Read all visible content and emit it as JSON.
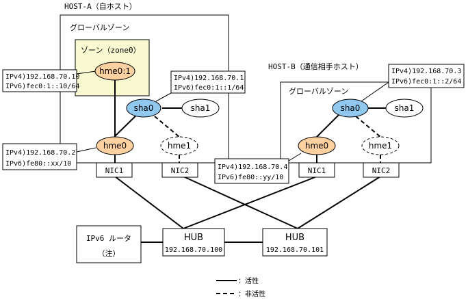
{
  "host_a": {
    "title": "HOST-A（自ホスト）",
    "global_zone_label": "グローバルゾーン",
    "zone_label": "ゾーン（zone0）",
    "hme0_1": "hme0:1",
    "hme0_1_ipv4": "IPv4)192.168.70.10",
    "hme0_1_ipv6": "IPv6)fec0:1::10/64",
    "sha0": "sha0",
    "sha0_ipv4": "IPv4)192.168.70.1",
    "sha0_ipv6": "IPv6)fec0:1::1/64",
    "sha1": "sha1",
    "hme0": "hme0",
    "hme0_ipv4": "IPv4)192.168.70.2",
    "hme0_ipv6": "IPv6)fe80::xx/10",
    "hme1": "hme1",
    "nic1": "NIC1",
    "nic2": "NIC2"
  },
  "host_b": {
    "title": "HOST-B（通信相手ホスト）",
    "global_zone_label": "グローバルゾーン",
    "sha0": "sha0",
    "sha0_ipv4": "IPv4)192.168.70.3",
    "sha0_ipv6": "IPv6)fec0:1::2/64",
    "sha1": "sha1",
    "hme0": "hme0",
    "hme0_ipv4": "IPv4)192.168.70.4",
    "hme0_ipv6": "IPv6)fe80::yy/10",
    "hme1": "hme1",
    "nic1": "NIC1",
    "nic2": "NIC2"
  },
  "router": {
    "line1": "IPv6 ルータ",
    "line2": "（注）"
  },
  "hub1": {
    "name": "HUB",
    "ip": "192.168.70.100"
  },
  "hub2": {
    "name": "HUB",
    "ip": "192.168.70.101"
  },
  "legend": {
    "active": "：活性",
    "inactive": "：非活性"
  },
  "colors": {
    "zone_fill": "#fafad2",
    "hme_fill": "#ffd0a0",
    "sha_fill": "#90c8f0",
    "line": "#000000"
  }
}
